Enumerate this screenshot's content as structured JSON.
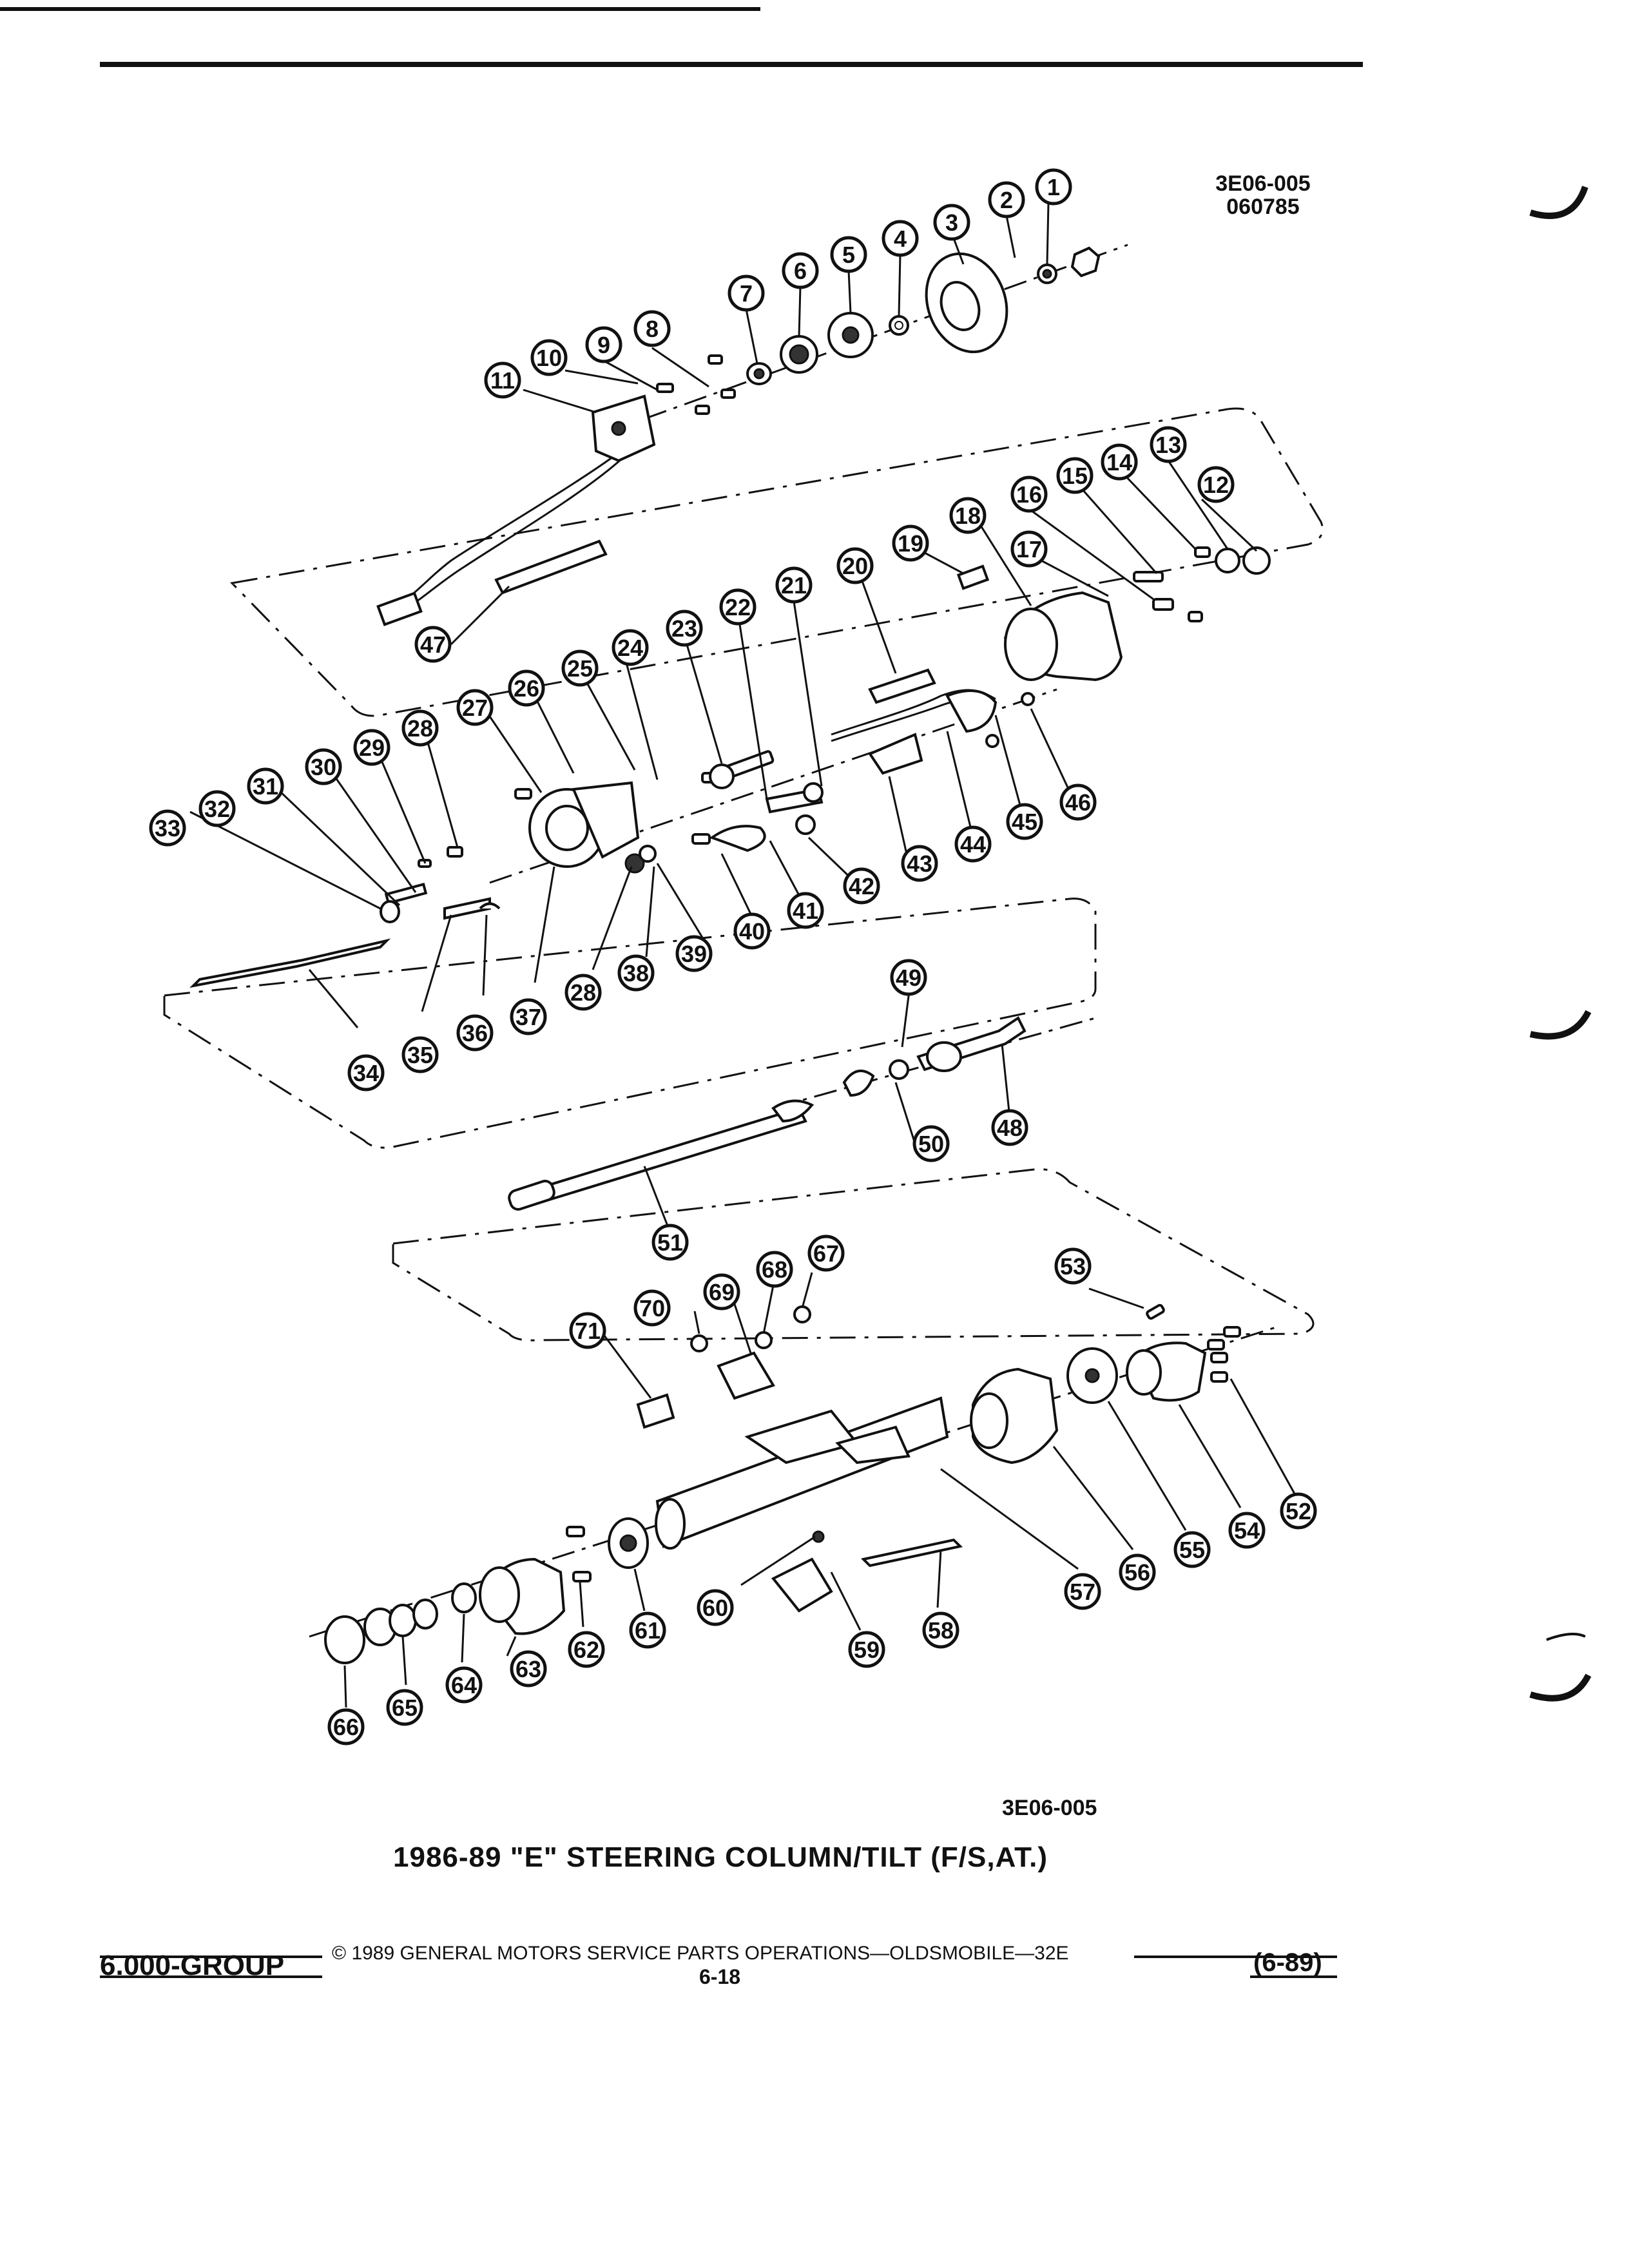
{
  "header": {
    "ref_code": "3E06-005",
    "ref_date": "060785"
  },
  "figure": {
    "ref_code_bottom": "3E06-005",
    "title": "1986-89 \"E\" STEERING COLUMN/TILT (F/S,AT.)",
    "callouts": [
      "1",
      "2",
      "3",
      "4",
      "5",
      "6",
      "7",
      "8",
      "9",
      "10",
      "11",
      "12",
      "13",
      "14",
      "15",
      "16",
      "17",
      "18",
      "19",
      "20",
      "21",
      "22",
      "23",
      "24",
      "25",
      "26",
      "27",
      "28",
      "28",
      "29",
      "30",
      "31",
      "32",
      "33",
      "34",
      "35",
      "36",
      "37",
      "38",
      "39",
      "40",
      "41",
      "42",
      "43",
      "44",
      "45",
      "46",
      "47",
      "48",
      "49",
      "50",
      "51",
      "52",
      "53",
      "54",
      "55",
      "56",
      "57",
      "58",
      "59",
      "60",
      "61",
      "62",
      "63",
      "64",
      "65",
      "66",
      "67",
      "68",
      "69",
      "70",
      "71"
    ]
  },
  "footer": {
    "group": "6.000-GROUP",
    "copyright": "© 1989 GENERAL MOTORS SERVICE PARTS OPERATIONS—OLDSMOBILE—32E",
    "page": "6-18",
    "revision": "(6-89)"
  }
}
